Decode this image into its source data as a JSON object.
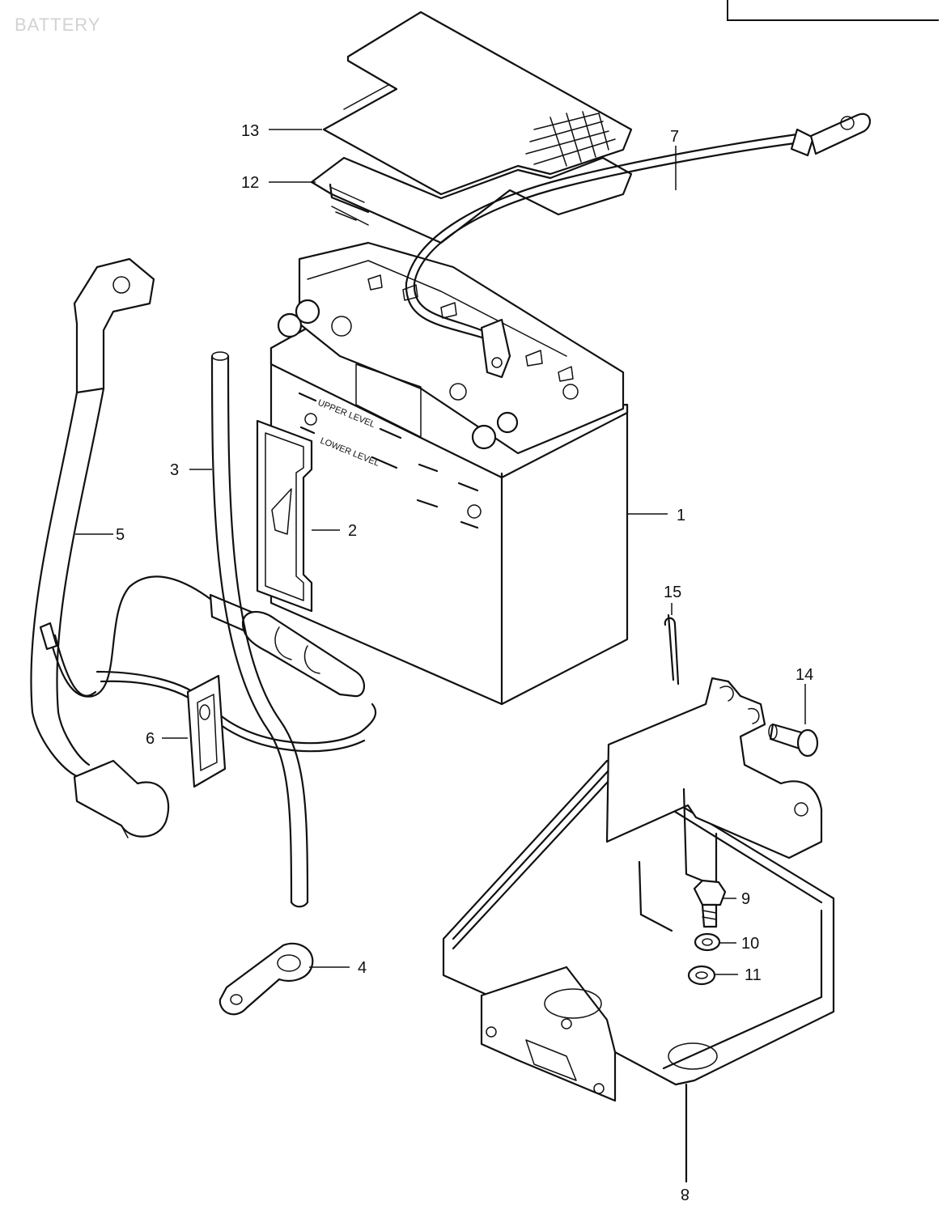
{
  "header": {
    "title": "BATTERY"
  },
  "diagram": {
    "battery_markings": {
      "upper_level": "UPPER LEVEL",
      "lower_level": "LOWER LEVEL"
    },
    "callouts": [
      {
        "id": "c1",
        "label": "1",
        "part": "battery"
      },
      {
        "id": "c2",
        "label": "2",
        "part": "battery-strap"
      },
      {
        "id": "c3",
        "label": "3",
        "part": "breather-tube"
      },
      {
        "id": "c4",
        "label": "4",
        "part": "terminal-lug"
      },
      {
        "id": "c5",
        "label": "5",
        "part": "starter-cable"
      },
      {
        "id": "c6",
        "label": "6",
        "part": "fuse-holder-clamp"
      },
      {
        "id": "c7",
        "label": "7",
        "part": "ground-cable"
      },
      {
        "id": "c8",
        "label": "8",
        "part": "battery-case"
      },
      {
        "id": "c9",
        "label": "9",
        "part": "bolt"
      },
      {
        "id": "c10",
        "label": "10",
        "part": "lock-washer"
      },
      {
        "id": "c11",
        "label": "11",
        "part": "washer"
      },
      {
        "id": "c12",
        "label": "12",
        "part": "battery-cover"
      },
      {
        "id": "c13",
        "label": "13",
        "part": "cover-pad"
      },
      {
        "id": "c14",
        "label": "14",
        "part": "pin"
      },
      {
        "id": "c15",
        "label": "15",
        "part": "cotter-pin"
      }
    ]
  }
}
